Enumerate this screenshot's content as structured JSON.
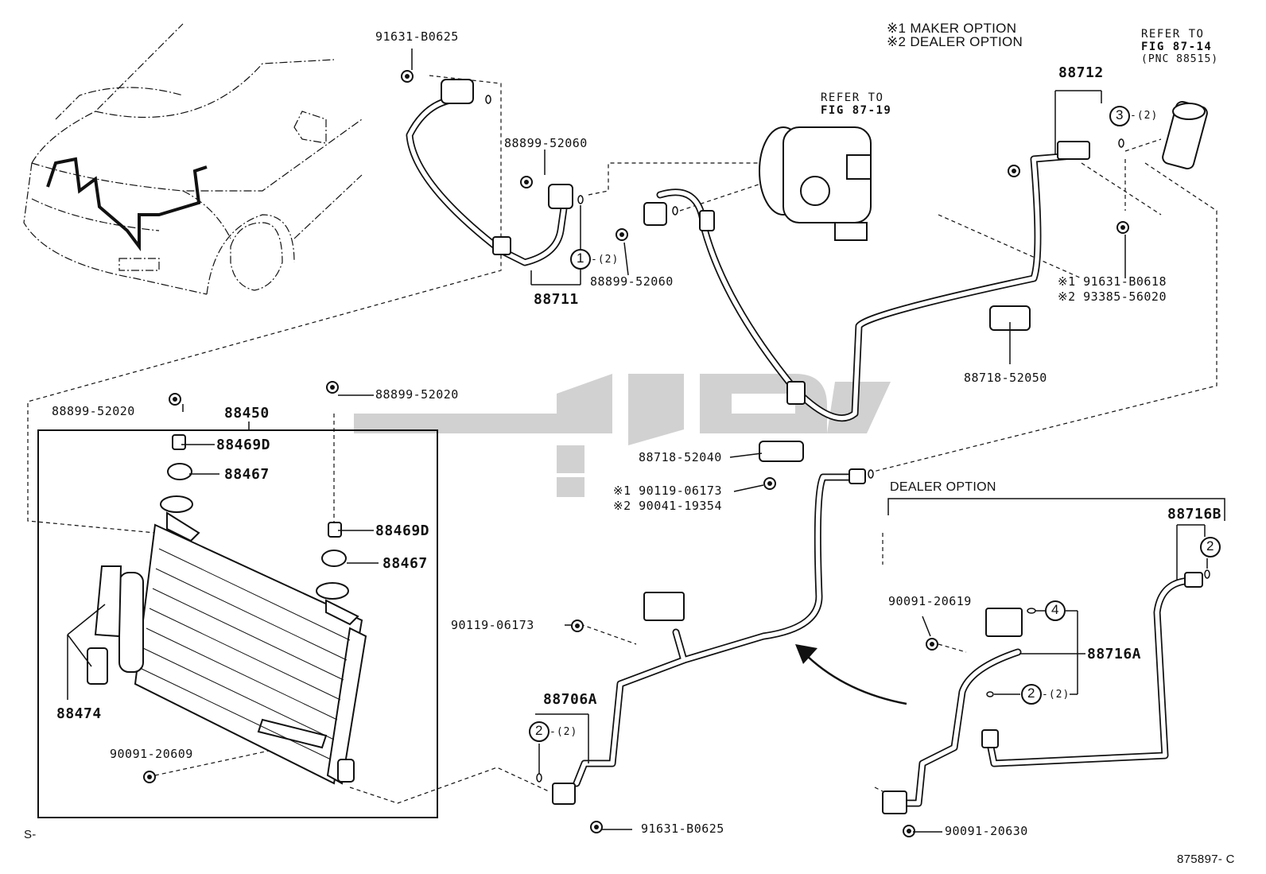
{
  "notes": {
    "maker_option": "※1 MAKER OPTION",
    "dealer_option": "※2 DEALER OPTION"
  },
  "refer_87_14": {
    "line1": "REFER TO",
    "line2": "FIG 87-14",
    "line3": "(PNC 88515)"
  },
  "refer_87_19": {
    "line1": "REFER TO",
    "line2": "FIG 87-19"
  },
  "dealer_option_box": "DEALER OPTION",
  "watermark": "طوپارت",
  "labels": {
    "p_91631_b0625_top": "91631-B0625",
    "p_88899_52060_a": "88899-52060",
    "p_88899_52060_b": "88899-52060",
    "p_88711": "88711",
    "p_88712": "88712",
    "p_91631_b0618": "※1 91631-B0618",
    "p_93385_56020": "※2 93385-56020",
    "p_88718_52050": "88718-52050",
    "p_88718_52040": "88718-52040",
    "p_90119_06173_opt": "※1 90119-06173",
    "p_90041_19354": "※2 90041-19354",
    "p_88899_52020_left": "88899-52020",
    "p_88899_52020_right": "88899-52020",
    "p_88450": "88450",
    "p_88469d_top": "88469D",
    "p_88467_top": "88467",
    "p_88469d_mid": "88469D",
    "p_88467_mid": "88467",
    "p_88474": "88474",
    "p_90091_20609": "90091-20609",
    "p_90119_06173": "90119-06173",
    "p_88706a": "88706A",
    "p_91631_b0625_bottom": "91631-B0625",
    "p_90091_20619": "90091-20619",
    "p_88716a": "88716A",
    "p_88716b": "88716B",
    "p_90091_20630": "90091-20630",
    "corner_left": "S-",
    "corner_right": "875897- C"
  },
  "callouts": {
    "c1": "1",
    "c1_qty": "-(2)",
    "c3": "3",
    "c3_qty": "-(2)",
    "c2_a": "2",
    "c2_a_qty": "-(2)",
    "c2_b": "2",
    "c4": "4",
    "c2_c": "2",
    "c2_c_qty": "-(2)"
  },
  "colors": {
    "ink": "#111111",
    "watermark": "#c8c8c8",
    "background": "#ffffff"
  }
}
